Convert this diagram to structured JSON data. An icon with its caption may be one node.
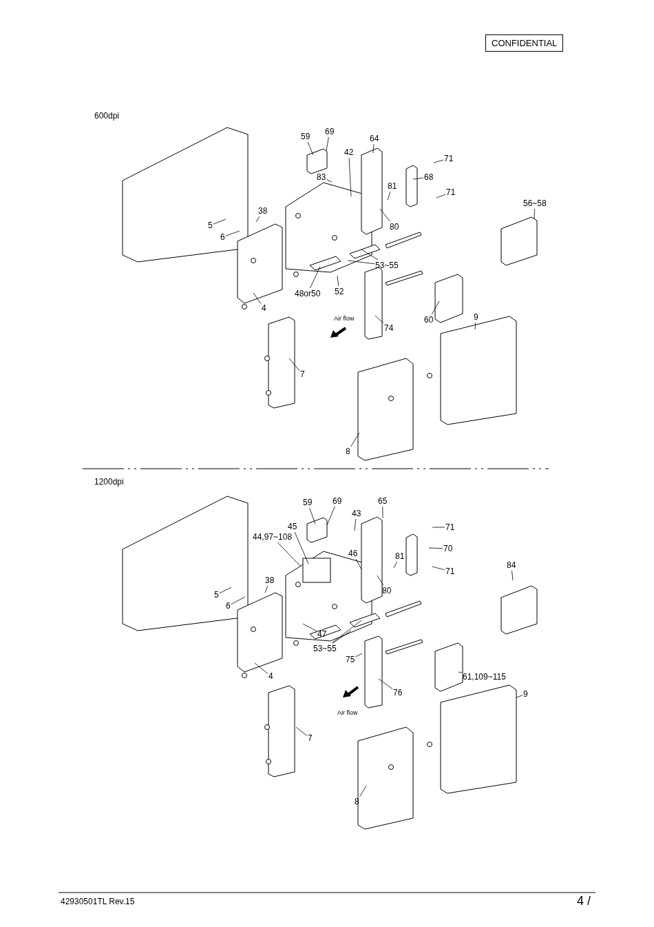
{
  "diagram": {
    "nodes": [
      {
        "text": [
          "59"
        ]
      },
      {
        "text": [
          "69"
        ]
      },
      {
        "text": [
          "42"
        ]
      },
      {
        "text": [
          "64"
        ]
      },
      {
        "text": [
          "71"
        ]
      },
      {
        "text": [
          "83"
        ]
      },
      {
        "text": [
          "81"
        ]
      },
      {
        "text": [
          "68"
        ]
      },
      {
        "text": [
          "71"
        ]
      },
      {
        "text": [
          "56~58"
        ]
      },
      {
        "text": [
          "38"
        ]
      },
      {
        "text": [
          "5"
        ]
      },
      {
        "text": [
          "6"
        ]
      },
      {
        "text": [
          "80"
        ]
      },
      {
        "text": [
          "53~55"
        ]
      },
      {
        "text": [
          "4"
        ]
      },
      {
        "text": [
          "48or50"
        ]
      },
      {
        "text": [
          "52"
        ]
      },
      {
        "text": [
          "74"
        ]
      },
      {
        "text": [
          "60"
        ]
      },
      {
        "text": [
          "9"
        ]
      },
      {
        "text": [
          "7"
        ]
      },
      {
        "text": [
          "8"
        ]
      },
      {
        "text": [
          "59"
        ]
      },
      {
        "text": [
          "69"
        ]
      },
      {
        "text": [
          "43"
        ]
      },
      {
        "text": [
          "65"
        ]
      },
      {
        "text": [
          "71"
        ]
      },
      {
        "text": [
          "45"
        ]
      },
      {
        "text": [
          "44,97~108"
        ]
      },
      {
        "text": [
          "46"
        ]
      },
      {
        "text": [
          "81"
        ]
      },
      {
        "text": [
          "70"
        ]
      },
      {
        "text": [
          "71"
        ]
      },
      {
        "text": [
          "84"
        ]
      },
      {
        "text": [
          "38"
        ]
      },
      {
        "text": [
          "5"
        ]
      },
      {
        "text": [
          "6"
        ]
      },
      {
        "text": [
          "80"
        ]
      },
      {
        "text": [
          "47"
        ]
      },
      {
        "text": [
          "53~55"
        ]
      },
      {
        "text": [
          "75"
        ]
      },
      {
        "text": [
          "4"
        ]
      },
      {
        "text": [
          "76"
        ]
      },
      {
        "text": [
          "61,109~115"
        ]
      },
      {
        "text": [
          "9"
        ]
      },
      {
        "text": [
          "7"
        ]
      },
      {
        "text": [
          "8"
        ]
      }
    ],
    "edges": [
      {
        "from": 0,
        "to": null,
        "arrow": "none"
      },
      {
        "from": 1,
        "to": null,
        "arrow": "none"
      },
      {
        "from": 2,
        "to": null,
        "arrow": "none"
      },
      {
        "from": 3,
        "to": null,
        "arrow": "none"
      },
      {
        "from": 4,
        "to": null,
        "arrow": "none"
      },
      {
        "from": 5,
        "to": null,
        "arrow": "none"
      },
      {
        "from": 6,
        "to": null,
        "arrow": "none"
      },
      {
        "from": 7,
        "to": null,
        "arrow": "none"
      },
      {
        "from": 8,
        "to": null,
        "arrow": "none"
      },
      {
        "from": 9,
        "to": null,
        "arrow": "none"
      },
      {
        "from": 10,
        "to": null,
        "arrow": "none"
      },
      {
        "from": 11,
        "to": null,
        "arrow": "none"
      },
      {
        "from": 12,
        "to": null,
        "arrow": "none"
      },
      {
        "from": 13,
        "to": null,
        "arrow": "none"
      },
      {
        "from": 14,
        "to": null,
        "arrow": "none"
      },
      {
        "from": 14,
        "to": null,
        "arrow": "none"
      },
      {
        "from": 15,
        "to": null,
        "arrow": "none"
      },
      {
        "from": 16,
        "to": null,
        "arrow": "none"
      },
      {
        "from": 17,
        "to": null,
        "arrow": "none"
      },
      {
        "from": 18,
        "to": null,
        "arrow": "none"
      },
      {
        "from": 19,
        "to": null,
        "arrow": "none"
      },
      {
        "from": 20,
        "to": null,
        "arrow": "none"
      },
      {
        "from": 21,
        "to": null,
        "arrow": "none"
      },
      {
        "from": 22,
        "to": null,
        "arrow": "none"
      },
      {
        "from": 23,
        "to": null,
        "arrow": "none"
      },
      {
        "from": 24,
        "to": null,
        "arrow": "none"
      },
      {
        "from": 25,
        "to": null,
        "arrow": "none"
      },
      {
        "from": 26,
        "to": null,
        "arrow": "none"
      },
      {
        "from": 27,
        "to": null,
        "arrow": "none"
      },
      {
        "from": 28,
        "to": null,
        "arrow": "none"
      },
      {
        "from": 29,
        "to": null,
        "arrow": "none"
      },
      {
        "from": 30,
        "to": null,
        "arrow": "none"
      },
      {
        "from": 31,
        "to": null,
        "arrow": "none"
      },
      {
        "from": 32,
        "to": null,
        "arrow": "none"
      },
      {
        "from": 33,
        "to": null,
        "arrow": "none"
      },
      {
        "from": 34,
        "to": null,
        "arrow": "none"
      },
      {
        "from": 35,
        "to": null,
        "arrow": "none"
      },
      {
        "from": 36,
        "to": null,
        "arrow": "none"
      },
      {
        "from": 37,
        "to": null,
        "arrow": "none"
      },
      {
        "from": 38,
        "to": null,
        "arrow": "none"
      },
      {
        "from": 39,
        "to": null,
        "arrow": "none"
      },
      {
        "from": 40,
        "to": null,
        "arrow": "none"
      },
      {
        "from": 40,
        "to": null,
        "arrow": "none"
      },
      {
        "from": 41,
        "to": null,
        "arrow": "none"
      },
      {
        "from": 42,
        "to": null,
        "arrow": "none"
      },
      {
        "from": 43,
        "to": null,
        "arrow": "none"
      },
      {
        "from": 44,
        "to": null,
        "arrow": "none"
      },
      {
        "from": 45,
        "to": null,
        "arrow": "none"
      },
      {
        "from": 46,
        "to": null,
        "arrow": "none"
      },
      {
        "from": 47,
        "to": null,
        "arrow": "none"
      }
    ],
    "labels": [
      "CONFIDENTIAL",
      "600dpi",
      "Air flow",
      "1200dpi",
      "Air flow",
      "42930501TL Rev.15",
      "4 /"
    ]
  }
}
